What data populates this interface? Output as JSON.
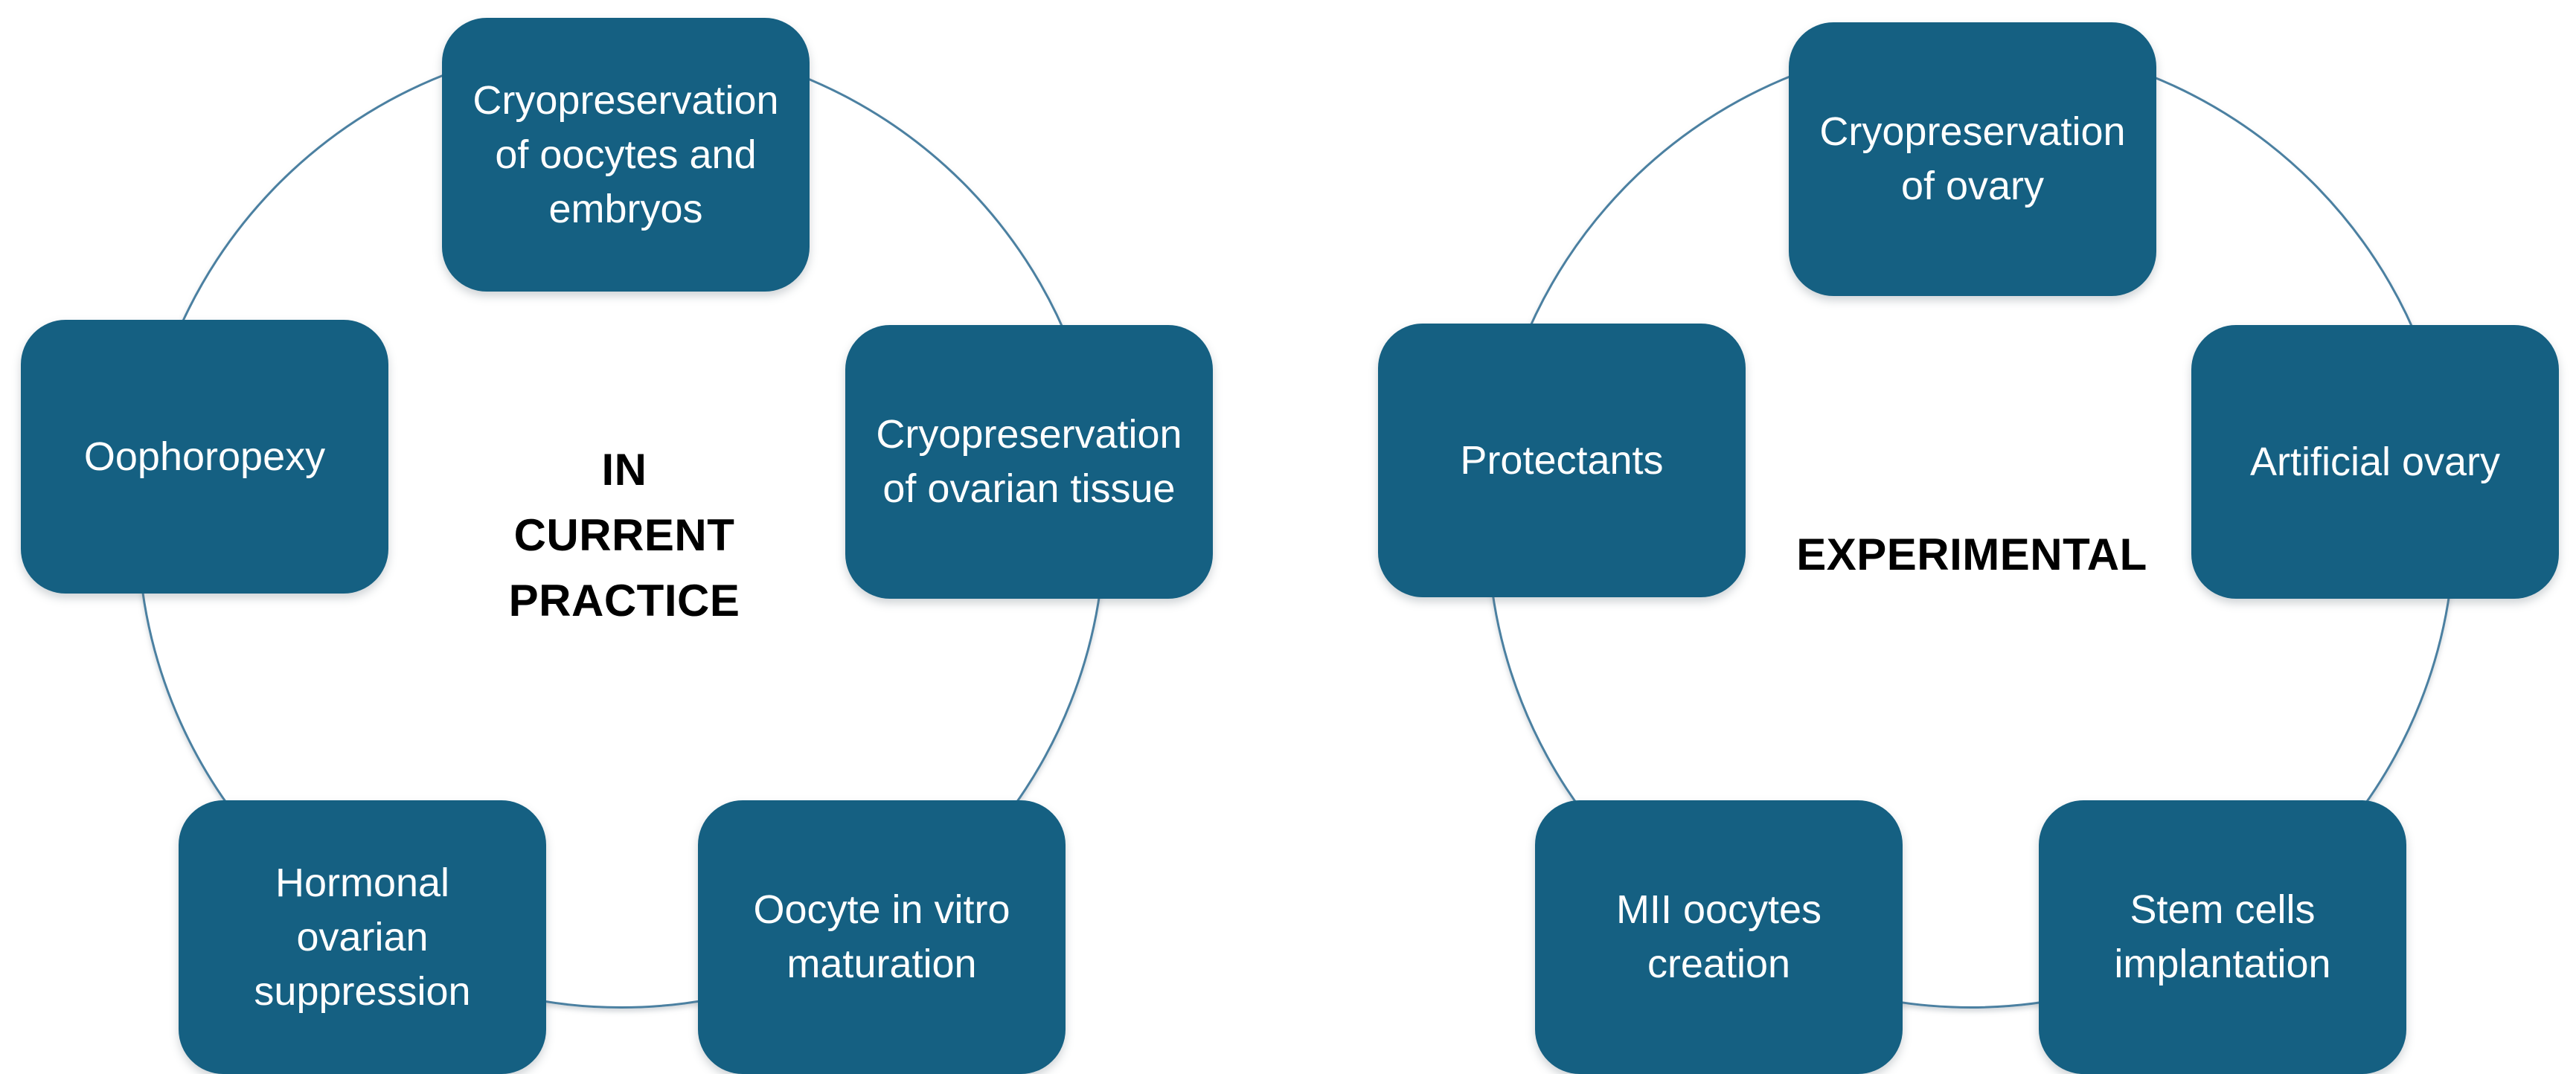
{
  "colors": {
    "background": "#ffffff",
    "node_fill": "#156082",
    "node_text": "#ffffff",
    "center_text": "#000000",
    "circle_line": "#4b80a1"
  },
  "diagrams": [
    {
      "center_label": "IN\nCURRENT\nPRACTICE",
      "nodes": [
        {
          "position": "top",
          "label": "Cryopreservation\nof oocytes and\nembryos"
        },
        {
          "position": "left",
          "label": "Oophoropexy"
        },
        {
          "position": "right",
          "label": "Cryopreservation\nof ovarian tissue"
        },
        {
          "position": "bottom-left",
          "label": "Hormonal\novarian\nsuppression"
        },
        {
          "position": "bottom-right",
          "label": "Oocyte in vitro\nmaturation"
        }
      ]
    },
    {
      "center_label": "EXPERIMENTAL",
      "nodes": [
        {
          "position": "top",
          "label": "Cryopreservation\nof ovary"
        },
        {
          "position": "left",
          "label": "Protectants"
        },
        {
          "position": "right",
          "label": "Artificial ovary"
        },
        {
          "position": "bottom-left",
          "label": "MII oocytes\ncreation"
        },
        {
          "position": "bottom-right",
          "label": "Stem cells\nimplantation"
        }
      ]
    }
  ]
}
